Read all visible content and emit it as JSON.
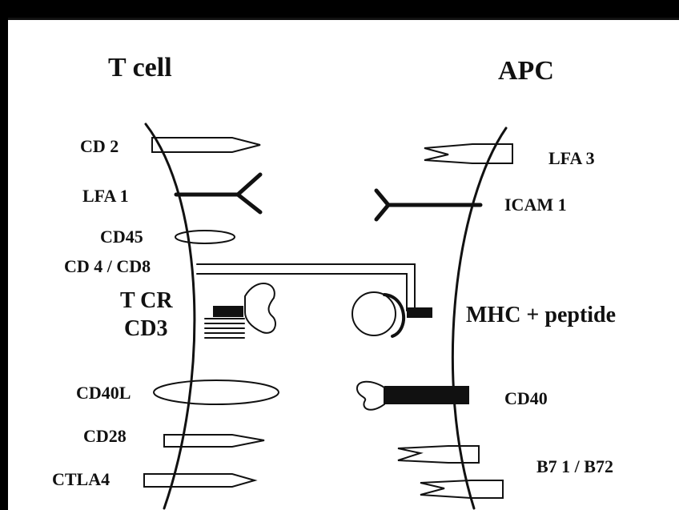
{
  "titles": {
    "t_cell": "T cell",
    "apc": "APC"
  },
  "t_cell_molecules": {
    "cd2": "CD 2",
    "lfa1": "LFA 1",
    "cd45": "CD45",
    "cd4_cd8": "CD 4 / CD8",
    "tcr": "T CR",
    "cd3": "CD3",
    "cd40l": "CD40L",
    "cd28": "CD28",
    "ctla4": "CTLA4"
  },
  "apc_molecules": {
    "lfa3": "LFA 3",
    "icam1": "ICAM 1",
    "mhc_peptide": "MHC + peptide",
    "cd40": "CD40",
    "b7": "B7 1 / B72"
  },
  "colors": {
    "background": "#000000",
    "panel": "#ffffff",
    "ink": "#111111"
  }
}
